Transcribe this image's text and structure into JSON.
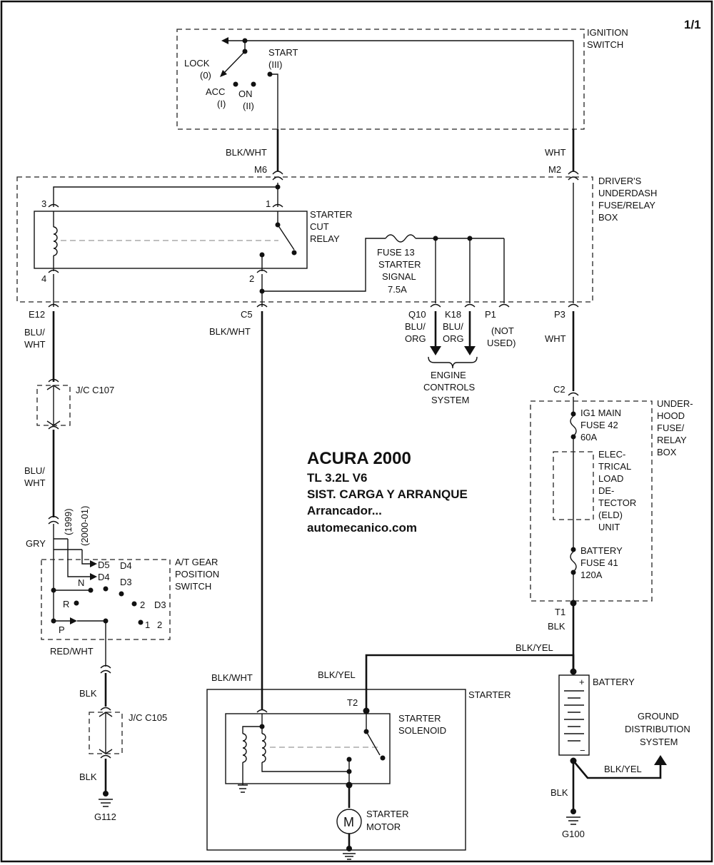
{
  "page": "1/1",
  "title": {
    "main": "ACURA  2000",
    "engine": "TL  3.2L  V6",
    "system": "SIST. CARGA Y ARRANQUE",
    "component": "Arrancador...",
    "site": "automecanico.com"
  },
  "ignition_switch": {
    "name": [
      "IGNITION",
      "SWITCH"
    ],
    "lock": [
      "LOCK",
      "(0)"
    ],
    "acc": [
      "ACC",
      "(I)"
    ],
    "on": [
      "ON",
      "(II)"
    ],
    "start": [
      "START",
      "(III)"
    ]
  },
  "underdash_box": {
    "name": [
      "DRIVER'S",
      "UNDERDASH",
      "FUSE/RELAY",
      "BOX"
    ],
    "relay": [
      "STARTER",
      "CUT",
      "RELAY"
    ],
    "fuse": [
      "FUSE 13",
      "STARTER",
      "SIGNAL",
      "7.5A"
    ],
    "pins": {
      "p3": "3",
      "p1": "1",
      "p4": "4",
      "p2": "2"
    }
  },
  "connectors": {
    "m6": "M6",
    "m2": "M2",
    "e12": "E12",
    "c5": "C5",
    "q10": "Q10",
    "k18": "K18",
    "p1": "P1",
    "p3": "P3",
    "c2": "C2",
    "t1": "T1",
    "t2": "T2"
  },
  "wires": {
    "blk_wht": "BLK/WHT",
    "wht": "WHT",
    "blu_wht": [
      "BLU/",
      "WHT"
    ],
    "blu_org": [
      "BLU/",
      "ORG"
    ],
    "gry": "GRY",
    "red_wht": "RED/WHT",
    "blk": "BLK",
    "blk_yel": "BLK/YEL"
  },
  "not_used": [
    "(NOT",
    "USED)"
  ],
  "engine_controls": [
    "ENGINE",
    "CONTROLS",
    "SYSTEM"
  ],
  "junctions": {
    "c107": "J/C C107",
    "c105": "J/C C105"
  },
  "gear_switch": {
    "name": [
      "A/T GEAR",
      "POSITION",
      "SWITCH"
    ],
    "years": [
      "(1999)",
      "(2000-01)"
    ],
    "labels": {
      "d5": "D5",
      "d4a": "D4",
      "d4b": "D4",
      "n": "N",
      "d3a": "D3",
      "r": "R",
      "two_a": "2",
      "d3b": "D3",
      "p": "P",
      "one": "1",
      "two_b": "2"
    }
  },
  "underhood_box": {
    "name": [
      "UNDER-",
      "HOOD",
      "FUSE/",
      "RELAY",
      "BOX"
    ],
    "ig1_fuse": [
      "IG1 MAIN",
      "FUSE 42",
      "60A"
    ],
    "eld": [
      "ELEC-",
      "TRICAL",
      "LOAD",
      "DE-",
      "TECTOR",
      "(ELD)",
      "UNIT"
    ],
    "battery_fuse": [
      "BATTERY",
      "FUSE 41",
      "120A"
    ]
  },
  "starter": {
    "name": "STARTER",
    "solenoid": [
      "STARTER",
      "SOLENOID"
    ],
    "motor": [
      "STARTER",
      "MOTOR"
    ],
    "motor_symbol": "M"
  },
  "battery": {
    "name": "BATTERY",
    "plus": "+",
    "minus": "−"
  },
  "ground_dist": [
    "GROUND",
    "DISTRIBUTION",
    "SYSTEM"
  ],
  "grounds": {
    "g112": "G112",
    "g100": "G100"
  }
}
